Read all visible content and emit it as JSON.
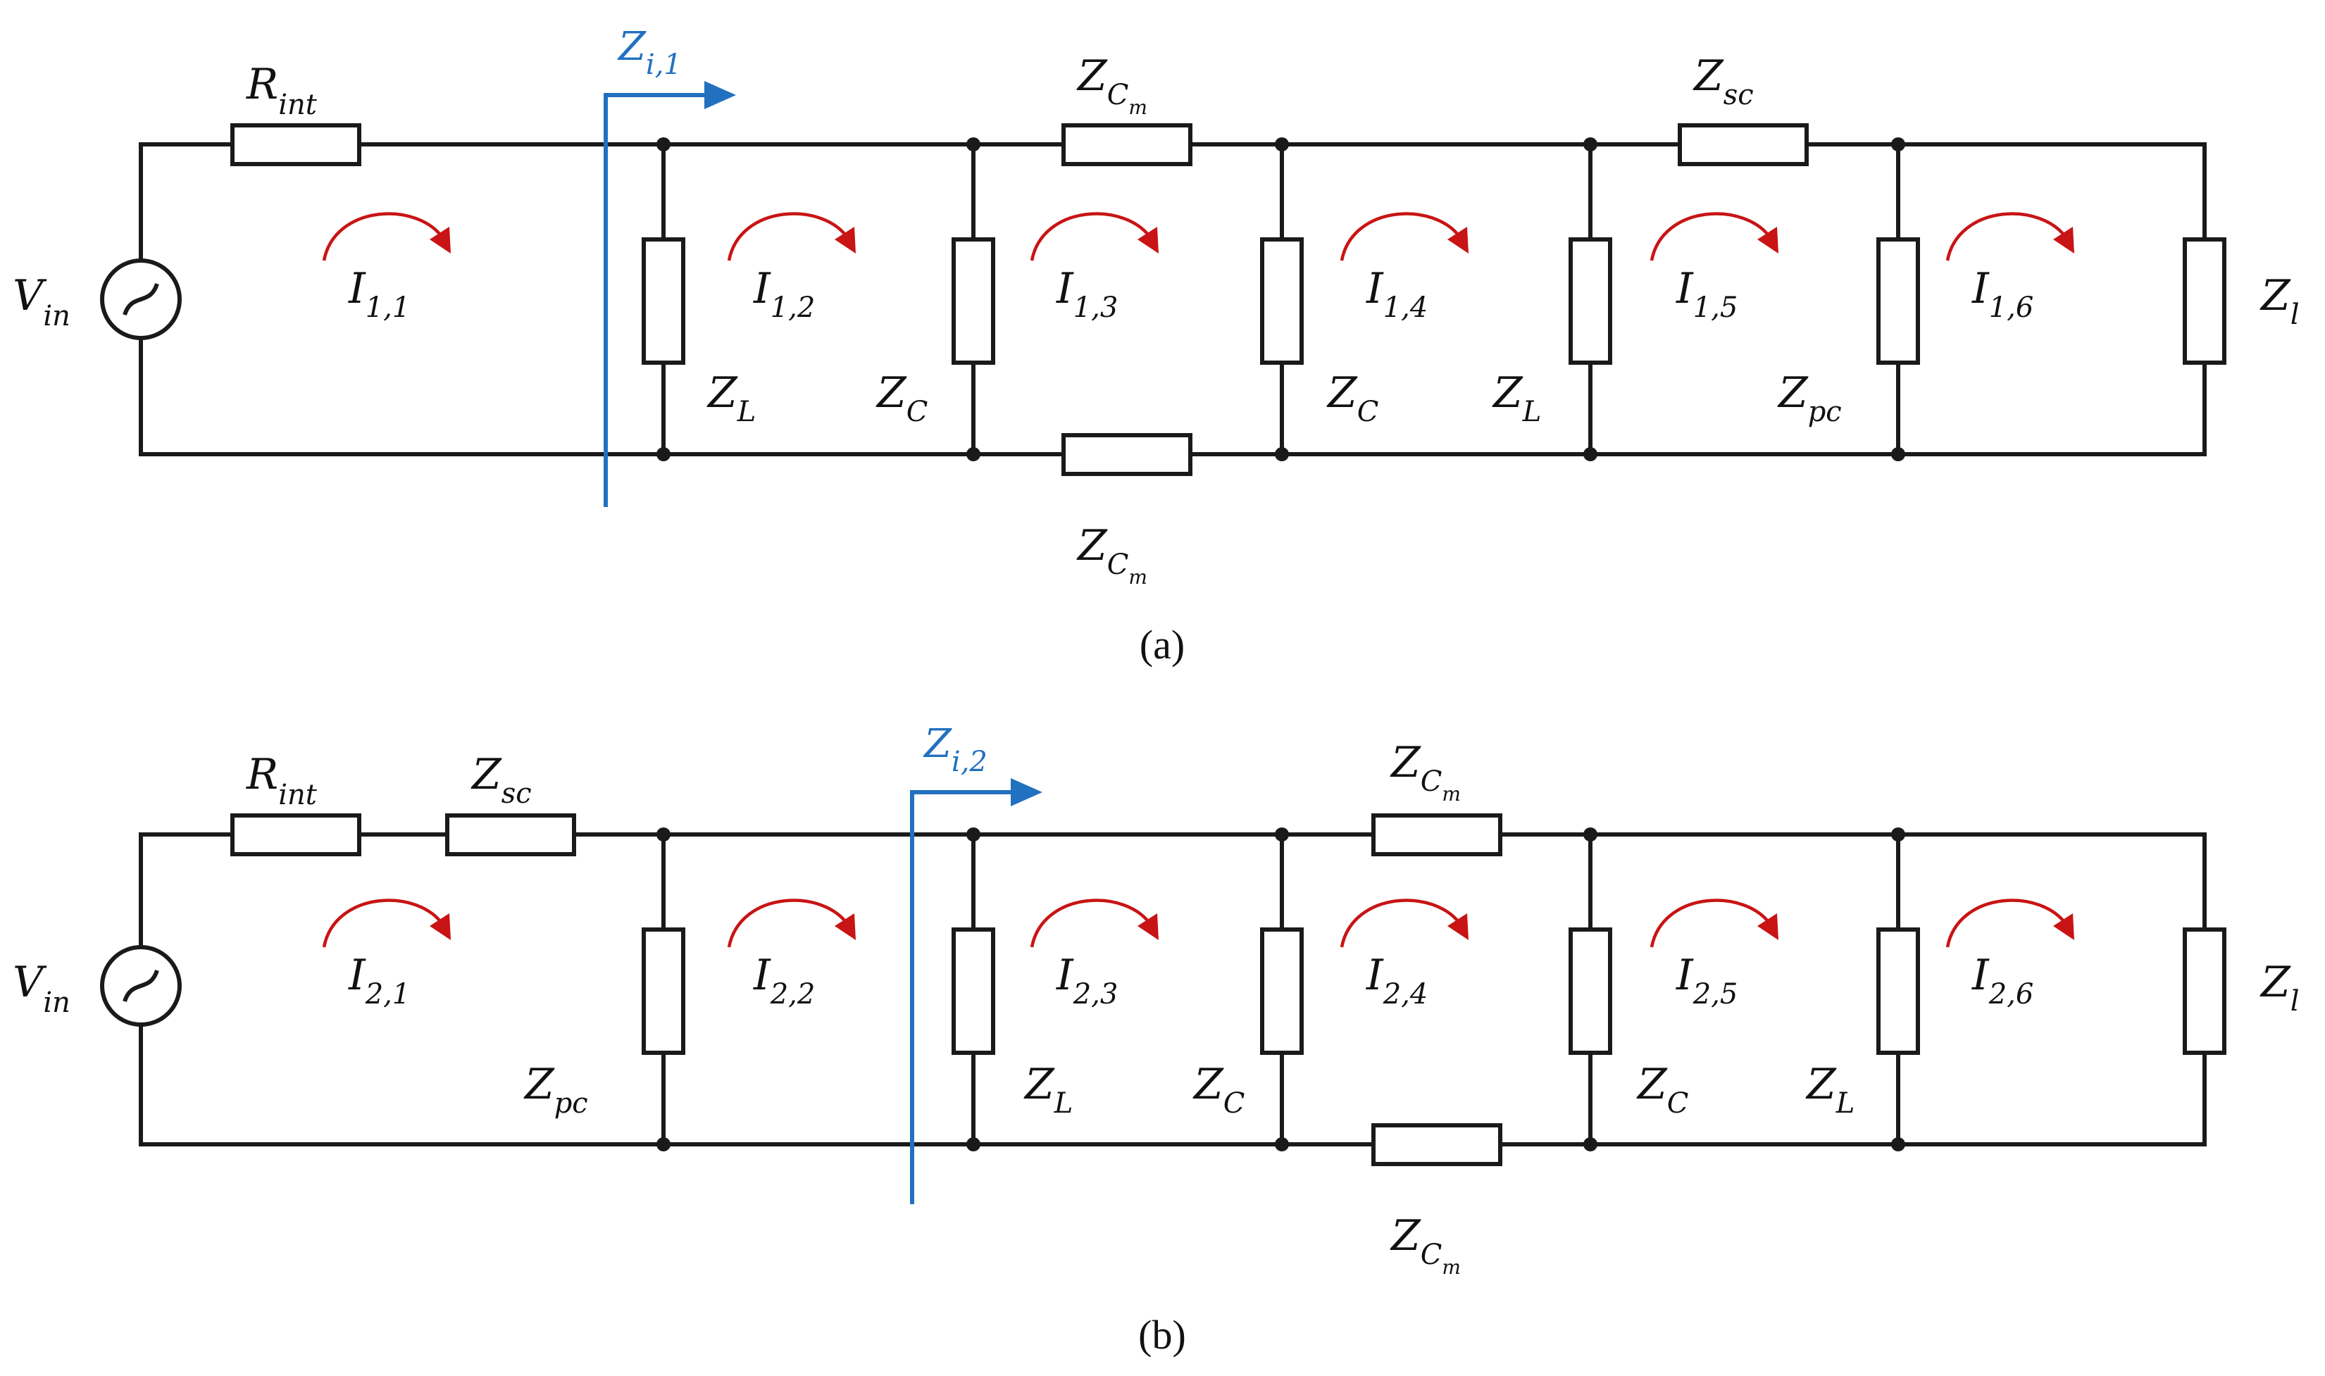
{
  "diagram_a": {
    "caption": "(a)",
    "labels": {
      "source": {
        "main": "V",
        "sub": "in"
      },
      "r_int": {
        "main": "R",
        "sub": "int"
      },
      "z_i": {
        "main": "Z",
        "sub": "i,1"
      },
      "z_cm_top": {
        "main": "Z",
        "sub": "C",
        "subsub": "m"
      },
      "z_cm_bottom": {
        "main": "Z",
        "sub": "C",
        "subsub": "m"
      },
      "z_sc": {
        "main": "Z",
        "sub": "sc"
      },
      "z_l_1": {
        "main": "Z",
        "sub": "L"
      },
      "z_c_1": {
        "main": "Z",
        "sub": "C"
      },
      "z_c_2": {
        "main": "Z",
        "sub": "C"
      },
      "z_l_2": {
        "main": "Z",
        "sub": "L"
      },
      "z_pc": {
        "main": "Z",
        "sub": "pc"
      },
      "z_load": {
        "main": "Z",
        "sub": "l"
      }
    },
    "currents": [
      {
        "main": "I",
        "sub": "1,1"
      },
      {
        "main": "I",
        "sub": "1,2"
      },
      {
        "main": "I",
        "sub": "1,3"
      },
      {
        "main": "I",
        "sub": "1,4"
      },
      {
        "main": "I",
        "sub": "1,5"
      },
      {
        "main": "I",
        "sub": "1,6"
      }
    ]
  },
  "diagram_b": {
    "caption": "(b)",
    "labels": {
      "source": {
        "main": "V",
        "sub": "in"
      },
      "r_int": {
        "main": "R",
        "sub": "int"
      },
      "z_sc": {
        "main": "Z",
        "sub": "sc"
      },
      "z_i": {
        "main": "Z",
        "sub": "i,2"
      },
      "z_cm_top": {
        "main": "Z",
        "sub": "C",
        "subsub": "m"
      },
      "z_cm_bottom": {
        "main": "Z",
        "sub": "C",
        "subsub": "m"
      },
      "z_pc": {
        "main": "Z",
        "sub": "pc"
      },
      "z_l_1": {
        "main": "Z",
        "sub": "L"
      },
      "z_c_1": {
        "main": "Z",
        "sub": "C"
      },
      "z_c_2": {
        "main": "Z",
        "sub": "C"
      },
      "z_l_2": {
        "main": "Z",
        "sub": "L"
      },
      "z_load": {
        "main": "Z",
        "sub": "l"
      }
    },
    "currents": [
      {
        "main": "I",
        "sub": "2,1"
      },
      {
        "main": "I",
        "sub": "2,2"
      },
      {
        "main": "I",
        "sub": "2,3"
      },
      {
        "main": "I",
        "sub": "2,4"
      },
      {
        "main": "I",
        "sub": "2,5"
      },
      {
        "main": "I",
        "sub": "2,6"
      }
    ]
  },
  "colors": {
    "wire": "#1a1a1a",
    "probe": "#2270c0",
    "loop_arrow": "#c81414"
  }
}
